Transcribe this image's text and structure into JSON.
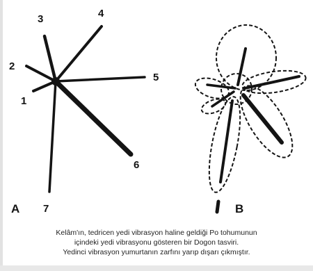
{
  "figure_a": {
    "panel_label": "A",
    "rays": [
      {
        "id": "1",
        "label": "1"
      },
      {
        "id": "2",
        "label": "2"
      },
      {
        "id": "3",
        "label": "3"
      },
      {
        "id": "4",
        "label": "4"
      },
      {
        "id": "5",
        "label": "5"
      },
      {
        "id": "6",
        "label": "6"
      },
      {
        "id": "7",
        "label": "7"
      }
    ]
  },
  "figure_b": {
    "panel_label": "B"
  },
  "caption": {
    "line1": "Kelâm'ın, tedricen yedi vibrasyon haline geldiği Po tohumunun",
    "line2": "içindeki yedi vibrasyonu gösteren bir Dogon tasviri.",
    "line3": "Yedinci vibrasyon yumurtanın zarfını yarıp dışarı çıkmıştır."
  },
  "colors": {
    "ink": "#141414",
    "background": "#ffffff"
  }
}
